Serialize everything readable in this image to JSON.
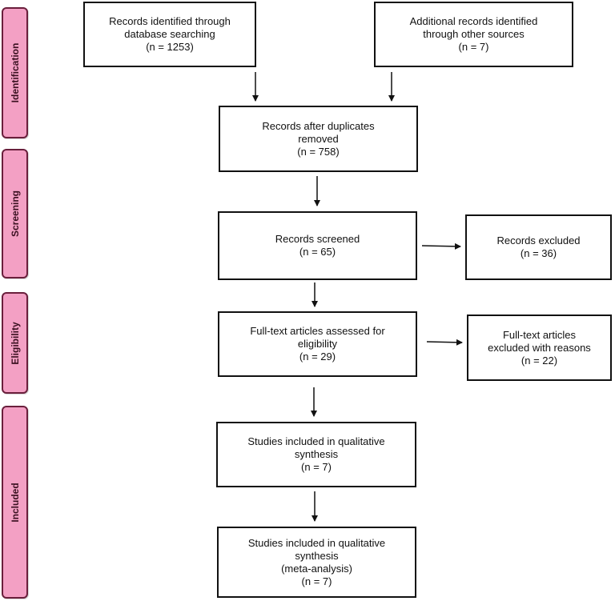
{
  "phases": [
    {
      "label": "Identification"
    },
    {
      "label": "Screening"
    },
    {
      "label": "Eligibility"
    },
    {
      "label": "Included"
    }
  ],
  "boxes": {
    "database": [
      "Records identified through",
      "database searching",
      "(n = 1253)"
    ],
    "other_sources": [
      "Additional records identified",
      "through other sources",
      "(n = 7)"
    ],
    "duplicates_removed": [
      "Records after duplicates",
      "removed",
      "(n = 758)"
    ],
    "screened": [
      "Records screened",
      "(n = 65)"
    ],
    "excluded": [
      "Records excluded",
      "(n = 36)"
    ],
    "eligibility": [
      "Full-text articles assessed for",
      "eligibility",
      "(n = 29)"
    ],
    "fulltext_excluded": [
      "Full-text articles",
      "excluded with reasons",
      "(n = 22)"
    ],
    "qualitative": [
      "Studies included in qualitative",
      "synthesis",
      "(n = 7)"
    ],
    "quantitative": [
      "Studies included in qualitative",
      "synthesis",
      "(meta-analysis)",
      "(n = 7)"
    ]
  },
  "colors": {
    "phase_fill": "#f3a0c4",
    "phase_border": "#6a1f3c",
    "box_border": "#111111"
  }
}
